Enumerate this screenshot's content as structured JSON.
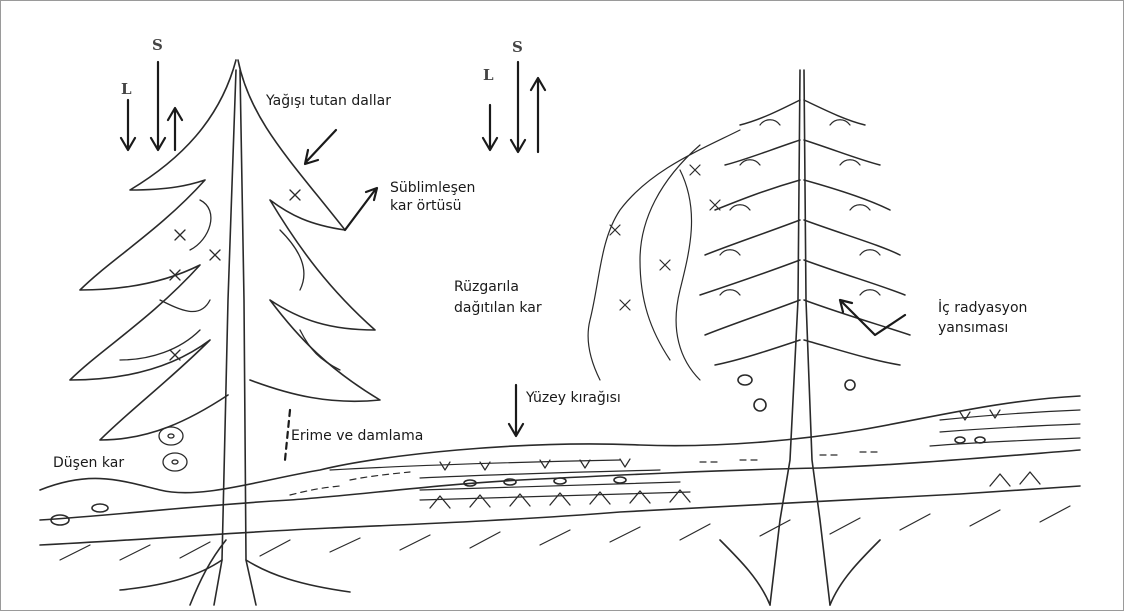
{
  "labels": {
    "l_left": "L",
    "s_left": "S",
    "l_right": "L",
    "s_right": "S",
    "branches": "Yağışı tutan dallar",
    "sublimation": "Süblimleşen\nkar örtüsü",
    "sublimation_line1": "Süblimleşen",
    "sublimation_line2": "kar örtüsü",
    "wind_line1": "Rüzgarıla",
    "wind_line2": "dağıtılan kar",
    "internal_line1": "İç radyasyon",
    "internal_line2": "yansıması",
    "surface_frost": "Yüzey kırağısı",
    "melt_drip": "Erime ve damlama",
    "falling_snow": "Düşen kar"
  },
  "colors": {
    "ink": "#1c1c1c",
    "pencil": "#555555",
    "frame": "#9a9a9a"
  }
}
